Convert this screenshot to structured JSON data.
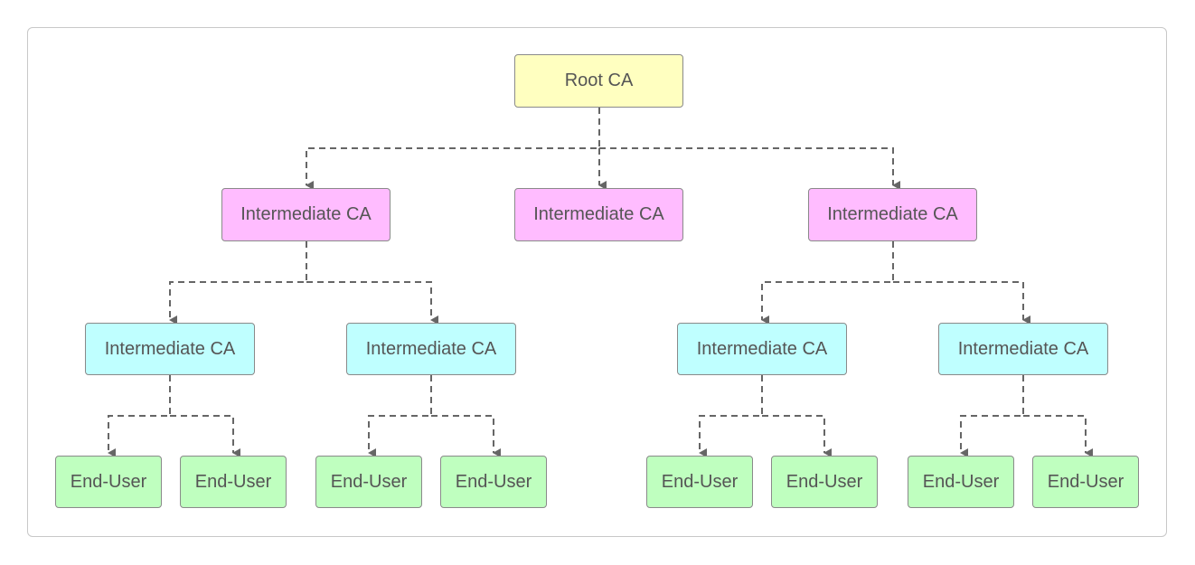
{
  "diagram": {
    "root": {
      "label": "Root CA",
      "color": "#ffffc0"
    },
    "level1": [
      {
        "label": "Intermediate CA",
        "color": "#ffbcff"
      },
      {
        "label": "Intermediate CA",
        "color": "#ffbcff"
      },
      {
        "label": "Intermediate CA",
        "color": "#ffbcff"
      }
    ],
    "level2": [
      {
        "label": "Intermediate CA",
        "color": "#bfffff"
      },
      {
        "label": "Intermediate CA",
        "color": "#bfffff"
      },
      {
        "label": "Intermediate CA",
        "color": "#bfffff"
      },
      {
        "label": "Intermediate CA",
        "color": "#bfffff"
      }
    ],
    "leaves": [
      {
        "label": "End-User",
        "color": "#bfffbf"
      },
      {
        "label": "End-User",
        "color": "#bfffbf"
      },
      {
        "label": "End-User",
        "color": "#bfffbf"
      },
      {
        "label": "End-User",
        "color": "#bfffbf"
      },
      {
        "label": "End-User",
        "color": "#bfffbf"
      },
      {
        "label": "End-User",
        "color": "#bfffbf"
      },
      {
        "label": "End-User",
        "color": "#bfffbf"
      },
      {
        "label": "End-User",
        "color": "#bfffbf"
      }
    ],
    "edge_style": {
      "color": "#666666",
      "dashed": true
    }
  }
}
